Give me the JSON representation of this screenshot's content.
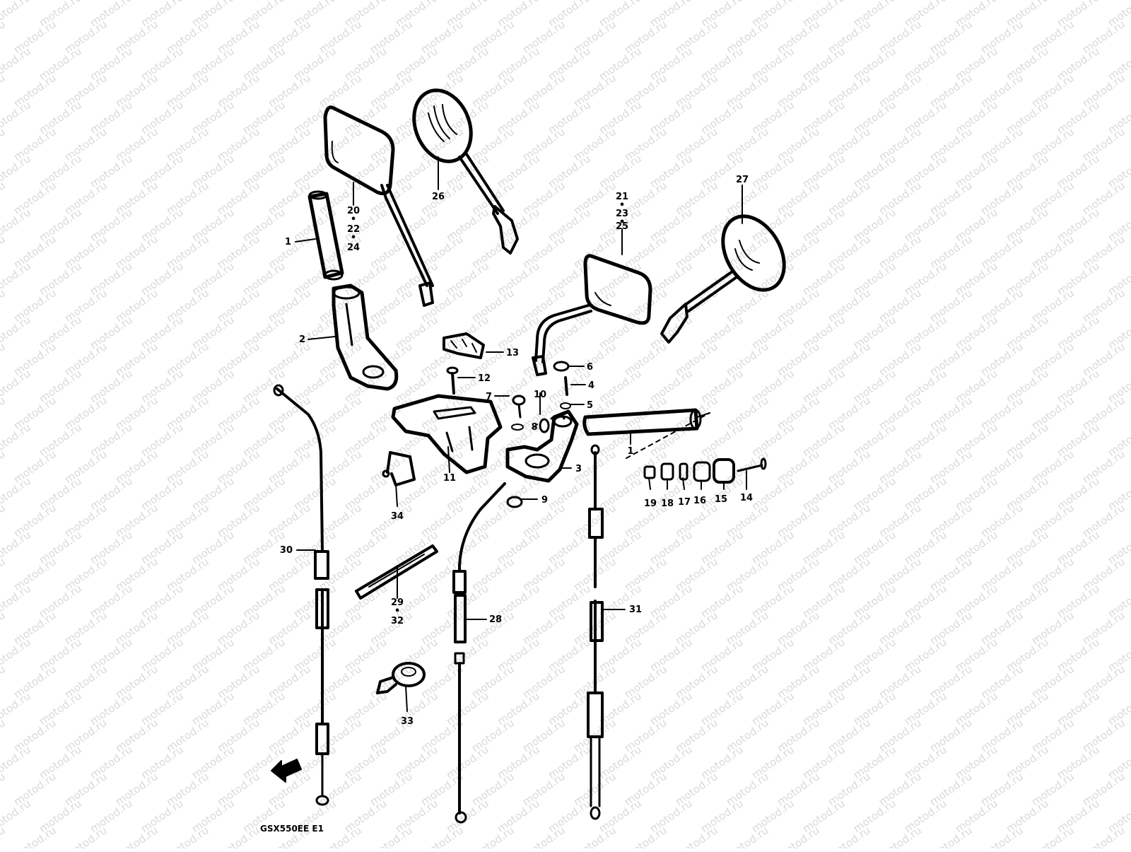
{
  "watermark": {
    "text": "motod.ru",
    "color": "#d9d9d9"
  },
  "diagram_code": "GSX550EE E1",
  "colors": {
    "ink": "#000000",
    "paper": "#ffffff"
  },
  "callouts": {
    "c1a": "1",
    "c1b": "1",
    "c2": "2",
    "c3": "3",
    "c4": "4",
    "c5": "5",
    "c6": "6",
    "c7": "7",
    "c8": "8",
    "c9": "9",
    "c10": "10",
    "c11": "11",
    "c12": "12",
    "c13": "13",
    "c14": "14",
    "c15": "15",
    "c16": "16",
    "c17": "17",
    "c18": "18",
    "c19": "19",
    "c20": "20",
    "c22": "22",
    "c24": "24",
    "c21": "21",
    "c23": "23",
    "c25": "25",
    "c26": "26",
    "c27": "27",
    "c28": "28",
    "c29": "29",
    "c32": "32",
    "c30": "30",
    "c31": "31",
    "c33": "33",
    "c34": "34"
  }
}
